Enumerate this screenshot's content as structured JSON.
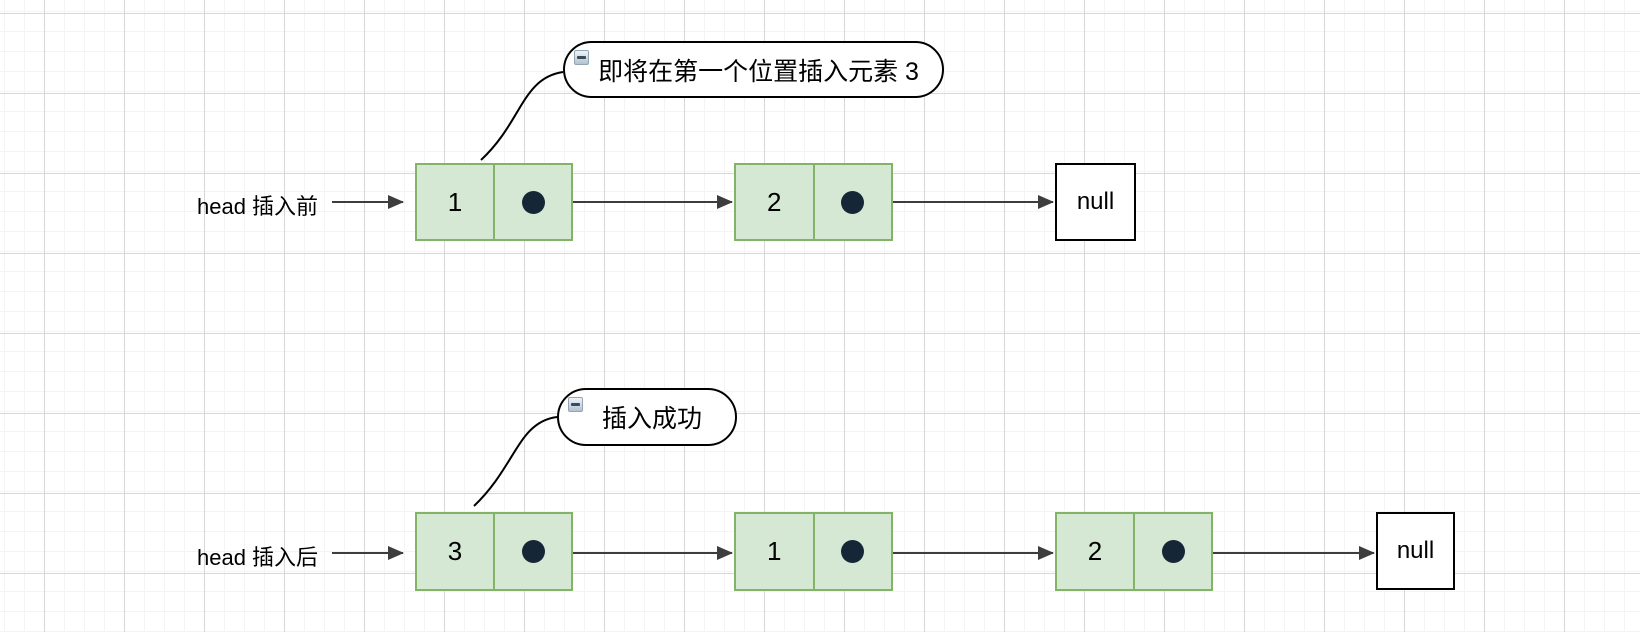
{
  "colors": {
    "node_fill": "#d5e8d4",
    "node_border": "#82b366",
    "pointer_dot": "#152636",
    "arrow": "#3d3d3d",
    "callout_border": "#000000",
    "null_box_border": "#000000"
  },
  "callouts": [
    {
      "label": "即将在第一个位置插入元素 3",
      "icon": "collapse-minus-icon"
    },
    {
      "label": "插入成功",
      "icon": "collapse-minus-icon"
    }
  ],
  "lists": [
    {
      "head_label": "head 插入前",
      "nodes": [
        "1",
        "2"
      ],
      "terminator": "null"
    },
    {
      "head_label": "head 插入后",
      "nodes": [
        "3",
        "1",
        "2"
      ],
      "terminator": "null"
    }
  ]
}
